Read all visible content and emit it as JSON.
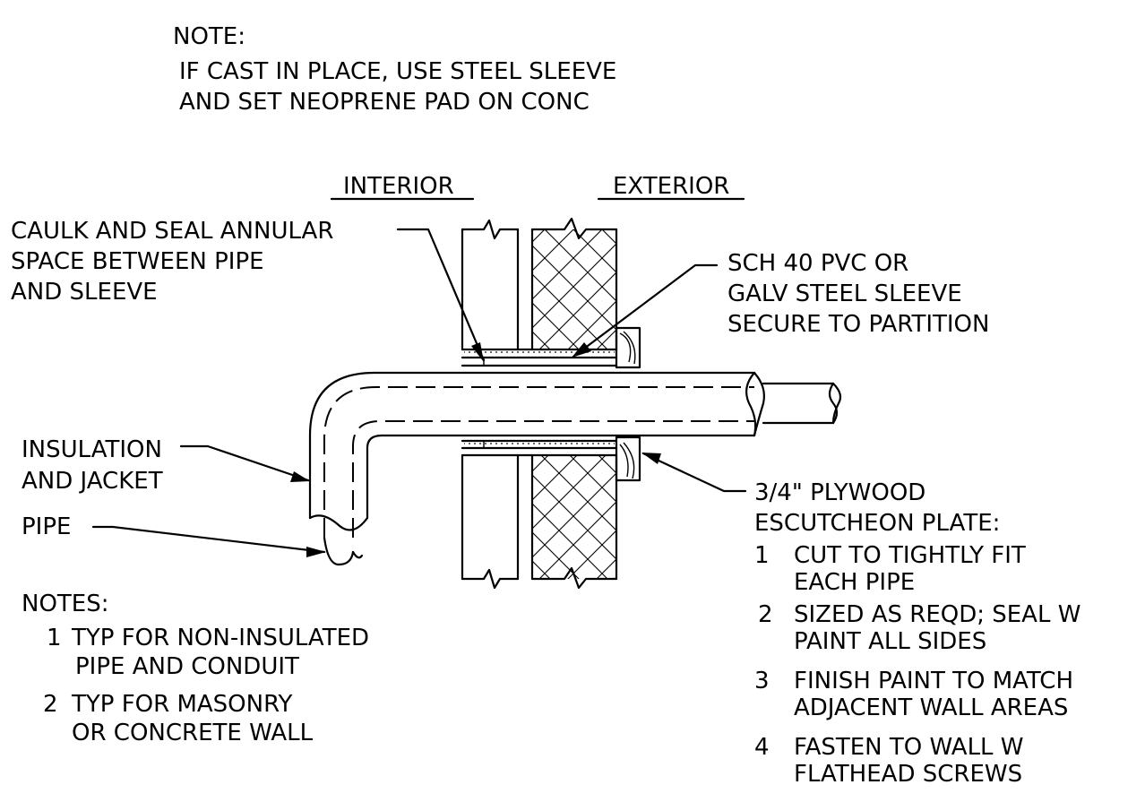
{
  "top_note": {
    "heading": "NOTE:",
    "lines": [
      "IF CAST IN PLACE, USE STEEL SLEEVE",
      "AND SET NEOPRENE PAD ON CONC"
    ]
  },
  "side_labels": {
    "interior": "INTERIOR",
    "exterior": "EXTERIOR"
  },
  "callouts": {
    "caulk": [
      "CAULK AND SEAL ANNULAR",
      "SPACE BETWEEN PIPE",
      "AND SLEEVE"
    ],
    "sleeve": [
      "SCH 40 PVC OR",
      "GALV STEEL SLEEVE",
      "SECURE TO PARTITION"
    ],
    "insulation": [
      "INSULATION",
      "AND JACKET"
    ],
    "pipe": [
      "PIPE"
    ],
    "plate_title": [
      "3/4\"  PLYWOOD",
      "ESCUTCHEON PLATE:"
    ]
  },
  "plate_items": [
    {
      "num": "1",
      "lines": [
        "CUT TO TIGHTLY FIT",
        "EACH PIPE"
      ]
    },
    {
      "num": "2",
      "lines": [
        "SIZED AS REQD; SEAL W",
        "PAINT ALL SIDES"
      ]
    },
    {
      "num": "3",
      "lines": [
        "FINISH PAINT TO MATCH",
        "ADJACENT WALL AREAS"
      ]
    },
    {
      "num": "4",
      "lines": [
        "FASTEN TO WALL W",
        "FLATHEAD SCREWS"
      ]
    }
  ],
  "bottom_notes": {
    "heading": "NOTES:",
    "items": [
      {
        "num": "1",
        "lines": [
          "TYP FOR NON-INSULATED",
          "PIPE AND CONDUIT"
        ]
      },
      {
        "num": "2",
        "lines": [
          "TYP FOR MASONRY",
          "OR CONCRETE WALL"
        ]
      }
    ]
  }
}
